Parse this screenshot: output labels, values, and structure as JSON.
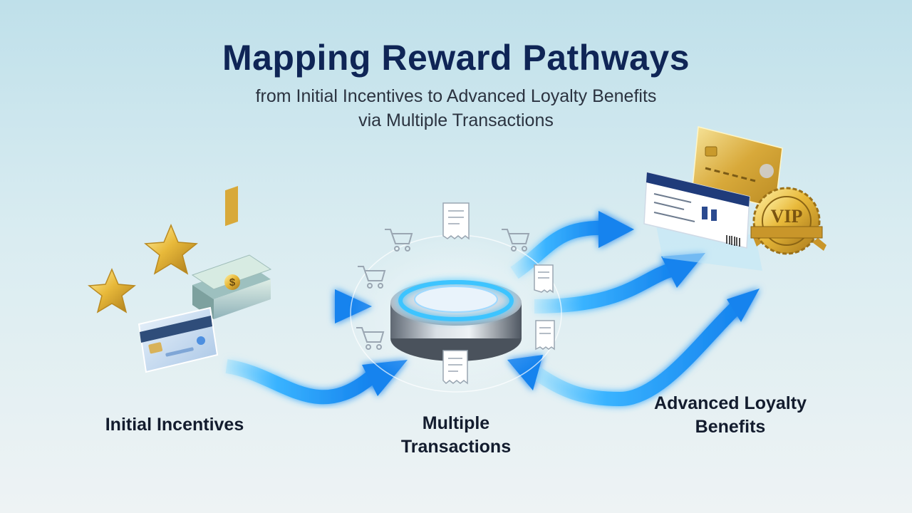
{
  "title": "Mapping Reward Pathways",
  "subtitle_line1": "from Initial Incentives to Advanced Loyalty Benefits",
  "subtitle_line2": "via Multiple Transactions",
  "stages": {
    "initial": "Initial Incentives",
    "multiple": "Multiple Transactions",
    "advanced": "Advanced Loyalty Benefits"
  },
  "badge_text": "VIP",
  "currency_symbol": "$",
  "colors": {
    "title": "#0f2556",
    "arrow": "#1e9bf0",
    "arrow_glow": "#7fd3ff",
    "gold": "#e5b93c",
    "disc_ring": "#3cc4ff"
  },
  "icons": {
    "initial": [
      "star-icon",
      "star-icon",
      "cash-stack-icon",
      "credit-card-icon"
    ],
    "multiple": [
      "receipt-icon",
      "shopping-cart-icon",
      "hub-disc-icon"
    ],
    "advanced": [
      "gold-card-icon",
      "boarding-pass-icon",
      "vip-badge-icon"
    ]
  }
}
